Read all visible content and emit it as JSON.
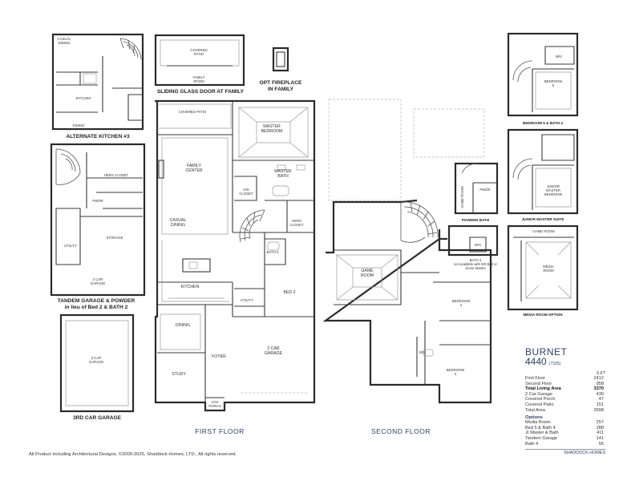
{
  "floors": {
    "first": "FIRST FLOOR",
    "second": "SECOND FLOOR"
  },
  "option_captions": {
    "alt_kitchen": "ALTERNATE KITCHEN #3",
    "sliding_door": "SLIDING GLASS DOOR AT FAMILY",
    "fireplace_line1": "OPT FIREPLACE",
    "fireplace_line2": "IN FAMILY",
    "tandem_line1": "TANDEM GARAGE & POWDER",
    "tandem_line2": "in lieu of Bed 2 & BATH 2",
    "third_car": "3RD CAR GARAGE",
    "bed5_bath4": "BEDROOM 5 & BATH 4",
    "junior_suite": "JUNIOR MASTER SUITE",
    "powder_bath": "POWDER BATH",
    "bath4_line1": "BATH 4",
    "bath4_line2": "not available with 5th Bed or",
    "bath4_line3": "Junior Master",
    "media_option": "MEDIA ROOM OPTION"
  },
  "rooms": {
    "covered_patio": "COVERED PATIO",
    "master_bedroom_1": "MASTER",
    "master_bedroom_2": "BEDROOM",
    "family_center_1": "FAMILY",
    "family_center_2": "CENTER",
    "master_bath_1": "MASTER",
    "master_bath_2": "BATH",
    "his_closet_1": "HIS",
    "his_closet_2": "CLOSET",
    "hers_closet_1": "HERS",
    "hers_closet_2": "CLOSET",
    "casual_dining_1": "CASUAL",
    "casual_dining_2": "DINING",
    "bath2": "BATH 2",
    "kitchen": "KITCHEN",
    "utility": "UTILITY",
    "bed2": "BED 2",
    "dining": "DINING",
    "foyer": "FOYER",
    "garage_1": "2 CAR",
    "garage_2": "GARAGE",
    "study": "STUDY",
    "cov_porch_1": "COV",
    "cov_porch_2": "PORCH",
    "game_room_1": "GAME",
    "game_room_2": "ROOM",
    "bedroom4_1": "BEDROOM",
    "bedroom4_2": "4",
    "bedroom3_1": "BEDROOM",
    "bedroom3_2": "3",
    "bath3": "B#3",
    "alt_kitchen": "KITCHEN",
    "alt_dining": "DINING",
    "alt_casual_1": "CASUAL",
    "alt_casual_2": "DINING",
    "slide_patio_1": "COVERED",
    "slide_patio_2": "PATIO",
    "slide_family_1": "FAMILY",
    "slide_family_2": "ROOM",
    "tandem_hers_closet": "HERS CLOSET",
    "tandem_pwdr": "PWDR",
    "tandem_utility": "UTILITY",
    "tandem_storage": "STORAGE",
    "tandem_garage_1": "2 CAR",
    "tandem_garage_2": "GARAGE",
    "third_garage_1": "3 CAR",
    "third_garage_2": "GARAGE",
    "opt_bedroom5_1": "BEDROOM",
    "opt_bedroom5_2": "5",
    "opt_b4": "B#4",
    "opt_junior_1": "JUNIOR",
    "opt_junior_2": "MASTER",
    "opt_junior_3": "BEDROOM",
    "opt_game_room": "GAME ROOM",
    "opt_pwdr": "PWDR",
    "opt_b4_small": "B#4",
    "opt_media_game": "GAME ROOM",
    "opt_media_1": "MEDIA",
    "opt_media_2": "ROOM"
  },
  "info": {
    "title": "BURNET",
    "number": "4440",
    "code": "(7105)",
    "sqft_header": "S.FT",
    "rows": [
      {
        "label": "First Floor",
        "value": "2412"
      },
      {
        "label": "Second Floor",
        "value": "958"
      },
      {
        "label": "Total Living Area",
        "value": "3370"
      },
      {
        "label": "2 Car Garage",
        "value": "430"
      },
      {
        "label": "Covered Porch",
        "value": "47"
      },
      {
        "label": "Covered Patio",
        "value": "151"
      },
      {
        "label": "Total Area",
        "value": "3998"
      }
    ],
    "options_header": "Options",
    "options": [
      {
        "label": "Media Room",
        "value": "257"
      },
      {
        "label": "Bed 5 & Bath 4",
        "value": "288"
      },
      {
        "label": "Jr Master & Bath",
        "value": "411"
      },
      {
        "label": "Tandem Garage",
        "value": "141"
      },
      {
        "label": "Bath 4",
        "value": "55"
      }
    ],
    "brand": "SHADDOCK HOMES"
  },
  "copyright": "All Product including Architectural Designs, ©2000-2025, Shaddock Homes, LTD., All rights reserved."
}
